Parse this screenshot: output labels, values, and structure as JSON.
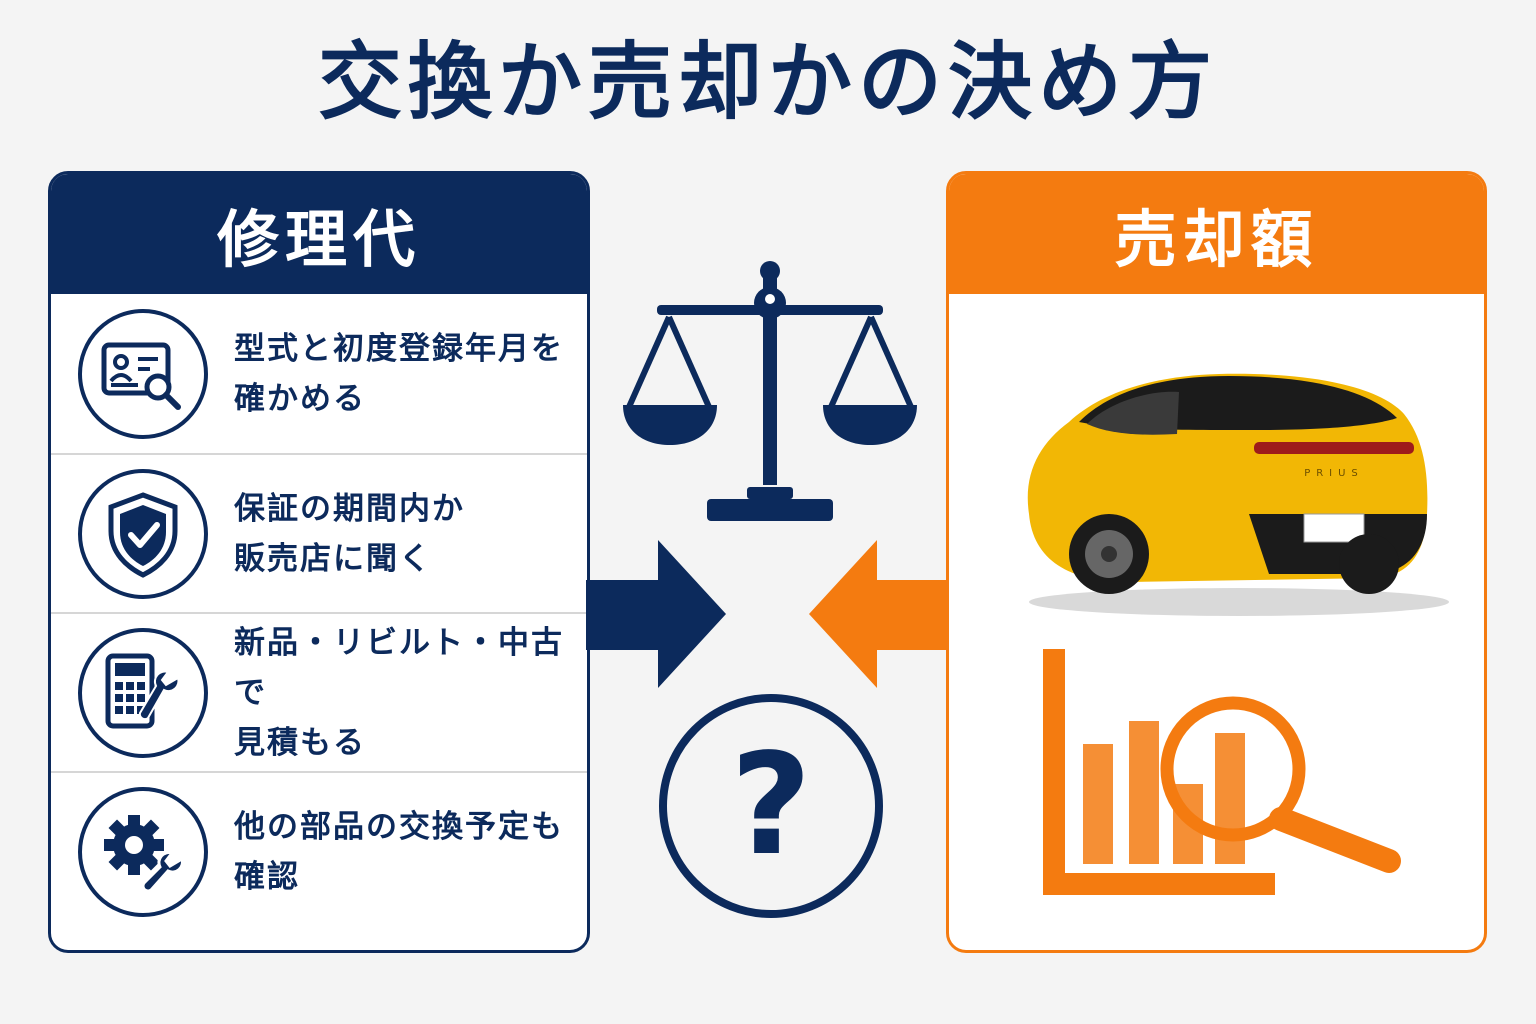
{
  "title": "交換か売却かの決め方",
  "left": {
    "header": "修理代",
    "items": [
      {
        "icon": "id-card-search-icon",
        "line1": "型式と初度登録年月を",
        "line2": "確かめる"
      },
      {
        "icon": "shield-check-icon",
        "line1": "保証の期間内か",
        "line2": "販売店に聞く"
      },
      {
        "icon": "calculator-wrench-icon",
        "line1": "新品・リビルト・中古で",
        "line2": "見積もる"
      },
      {
        "icon": "gear-wrench-icon",
        "line1": "他の部品の交換予定も",
        "line2": "確認"
      }
    ]
  },
  "right": {
    "header": "売却額",
    "car_badge": "PRIUS"
  },
  "center": {
    "question": "?"
  },
  "colors": {
    "navy": "#0c2a5c",
    "orange": "#f47b10",
    "car_yellow": "#f2b705"
  }
}
